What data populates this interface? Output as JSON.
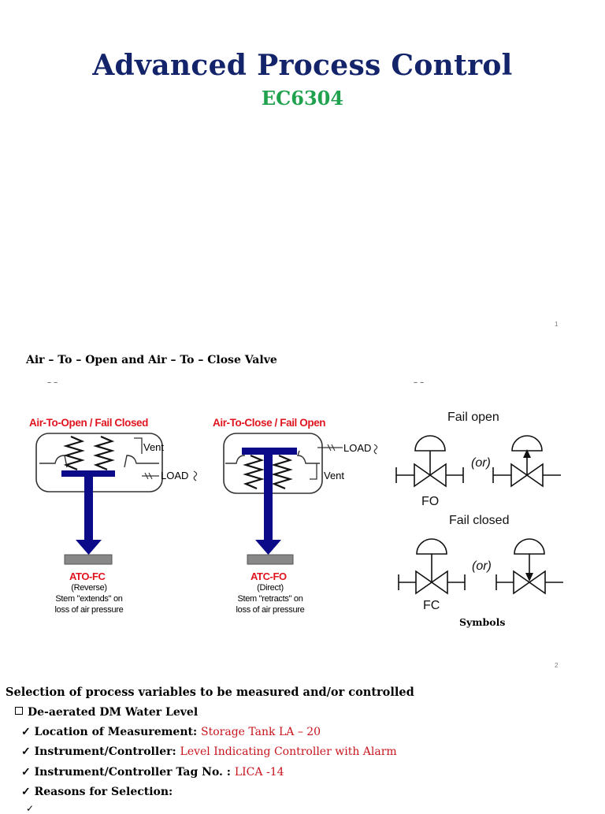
{
  "slide1": {
    "title": "Advanced Process Control",
    "course_code": "EC6304",
    "page_number": "1"
  },
  "slide2": {
    "heading": "Air – To – Open and Air – To – Close Valve",
    "dash_left": "–   –",
    "dash_right": "–   –",
    "page_number": "2",
    "ato": {
      "title": "Air-To-Open / Fail Closed",
      "vent_label": "Vent",
      "load_label": "LOAD",
      "tag": "ATO-FC",
      "action": "(Reverse)",
      "note_line1": "Stem \"extends\" on",
      "note_line2": "loss of air pressure"
    },
    "atc": {
      "title": "Air-To-Close / Fail Open",
      "vent_label": "Vent",
      "load_label": "LOAD",
      "tag": "ATC-FO",
      "action": "(Direct)",
      "note_line1": "Stem \"retracts\" on",
      "note_line2": "loss of air pressure"
    },
    "symbols": {
      "fail_open_label": "Fail open",
      "or_top": "(or)",
      "fo_label": "FO",
      "fail_closed_label": "Fail closed",
      "or_bottom": "(or)",
      "fc_label": "FC",
      "caption": "Symbols"
    },
    "colors": {
      "stem": "#0b0b8a",
      "red": "#e0141e"
    }
  },
  "slide3": {
    "heading": "Selection of process variables to be measured and/or controlled",
    "item_label": "De-aerated DM Water Level",
    "bullets": [
      {
        "label": "Location of Measurement: ",
        "value": "Storage Tank LA – 20"
      },
      {
        "label": "Instrument/Controller: ",
        "value": "Level Indicating Controller with Alarm"
      },
      {
        "label": "Instrument/Controller Tag No. : ",
        "value": "LICA -14"
      },
      {
        "label": "Reasons for Selection:",
        "value": ""
      }
    ]
  }
}
